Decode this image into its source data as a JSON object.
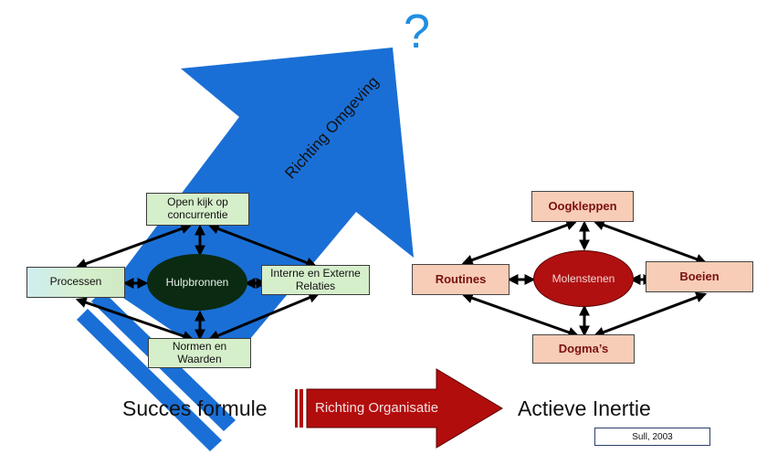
{
  "colors": {
    "blue_arrow": "#1a6fd6",
    "red_arrow": "#b20d0d",
    "green_box": "#d6efcb",
    "salmon_box": "#f7cdb7",
    "hub_left": "#0b2a12",
    "hub_right": "#b01010",
    "question_mark": "#1f8ee0"
  },
  "left_model": {
    "hub": "Hulpbronnen",
    "top": "Open kijk op concurrentie",
    "left": "Processen",
    "right": "Interne en Externe Relaties",
    "bottom": "Normen en Waarden"
  },
  "right_model": {
    "hub": "Molenstenen",
    "top": "Oogkleppen",
    "left": "Routines",
    "right": "Boeien",
    "bottom": "Dogma’s"
  },
  "blue_arrow_label": "Richting Omgeving",
  "question_mark": "?",
  "red_arrow_label": "Richting Organisatie",
  "left_caption": "Succes formule",
  "right_caption": "Actieve Inertie",
  "citation": "Sull, 2003"
}
